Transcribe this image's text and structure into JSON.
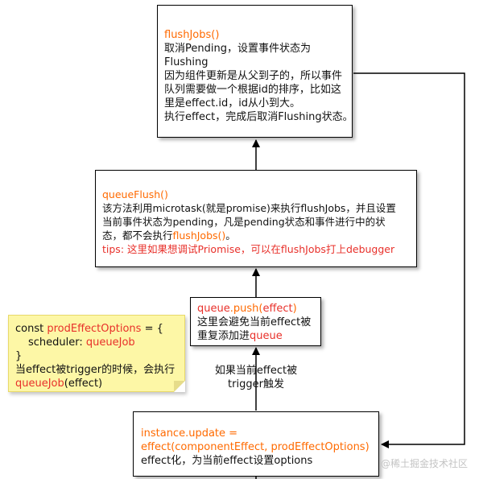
{
  "flushJobs_box": {
    "title": "flushJobs()",
    "lines": [
      "取消Pending，设置事件状态为",
      "Flushing",
      "因为组件更新是从父到子的，所以事件",
      "队列需要做一个根据id的排序，比如这",
      "里是effect.id，id从小到大。",
      "执行effect，完成后取消Flushing状态。"
    ]
  },
  "queueFlush_box": {
    "title": "queueFlush()",
    "line1": "该方法利用microtask(就是promise)来执行flushJobs，并且设置",
    "line2": "当前事件状态为pending，凡是pending状态和事件进行中的状",
    "line3_prefix": "态，都不会执行",
    "line3_highlight": "flushJobs()",
    "line3_suffix": "。",
    "tips": "tips: 这里如果想调试Priomise，可以在flushJobs打上debugger"
  },
  "queuePush_box": {
    "title_prefix": "queue",
    "title_mid": ".push(",
    "title_arg": "effect",
    "title_suffix": ")",
    "line1": "这里会避免当前effect被",
    "line2_prefix": "重复添加进",
    "line2_highlight": "queue"
  },
  "instance_box": {
    "line1": "instance.update =",
    "line2": "effect(componentEffect, prodEffectOptions)",
    "line3": "effect化，为当前effect设置options"
  },
  "note": {
    "l1_prefix": "const ",
    "l1_highlight": "prodEffectOptions",
    "l1_suffix": " = {",
    "l2_prefix": "scheduler: ",
    "l2_highlight": "queueJob",
    "l3": "}",
    "l4": "当effect被trigger的时候，会执行",
    "l5_highlight": "queueJob",
    "l5_suffix": "(effect)"
  },
  "edge_label": {
    "line1": "如果当前effect被",
    "line2": "trigger触发"
  },
  "watermark": "@稀土掘金技术社区",
  "colors": {
    "orange": "#ff6a00",
    "red": "#e8302a",
    "note_bg": "#fdf7a6"
  }
}
